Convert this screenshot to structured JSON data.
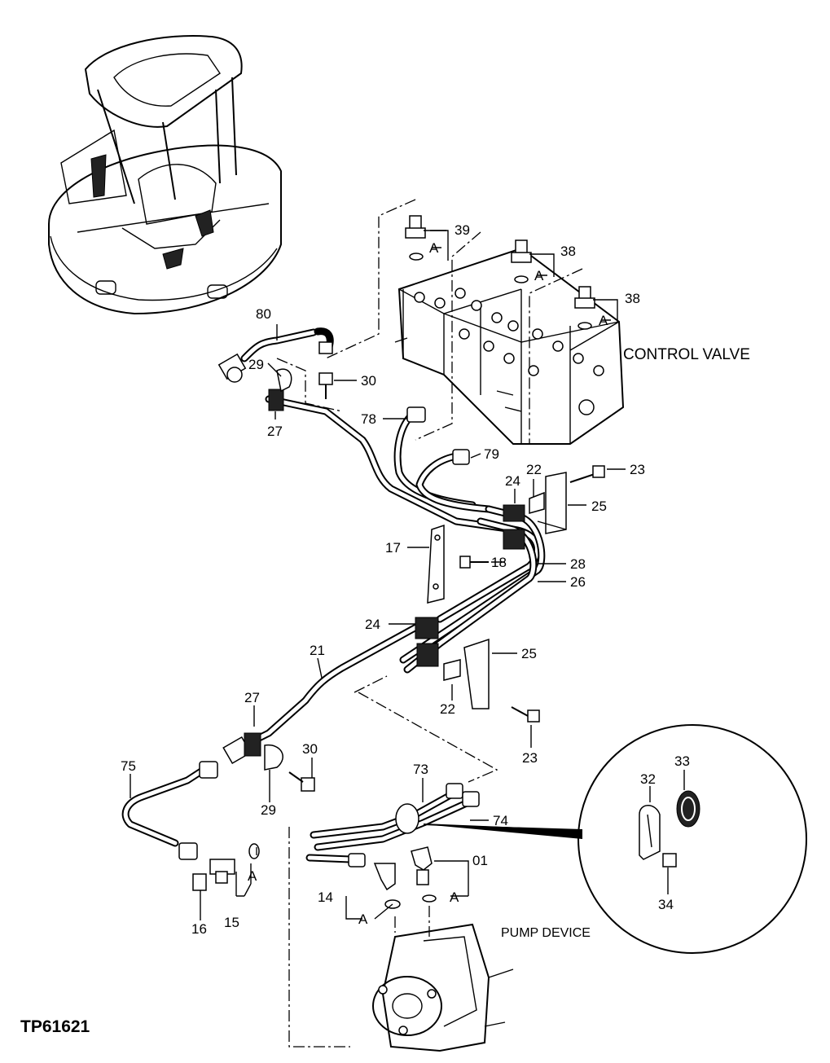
{
  "drawing_id": "TP61621",
  "captions": {
    "control_valve": "CONTROL VALVE",
    "pump_device": "PUMP DEVICE"
  },
  "callouts": {
    "c39": "39",
    "c38a": "38",
    "c38b": "38",
    "cA1": "A",
    "cA2": "A",
    "cA3": "A",
    "c80": "80",
    "c29a": "29",
    "c30a": "30",
    "c27a": "27",
    "c78": "78",
    "c79": "79",
    "c22a": "22",
    "c23a": "23",
    "c24a": "24",
    "c25a": "25",
    "c17": "17",
    "c18": "18",
    "c28": "28",
    "c26": "26",
    "c24b": "24",
    "c25b": "25",
    "c21": "21",
    "c22b": "22",
    "c23b": "23",
    "c27b": "27",
    "c30b": "30",
    "c75": "75",
    "c29b": "29",
    "c73": "73",
    "c74": "74",
    "c32": "32",
    "c33": "33",
    "c34": "34",
    "c01": "01",
    "c14": "14",
    "cA4": "A",
    "cA5": "A",
    "cA6": "A",
    "c16": "16",
    "c15": "15"
  }
}
